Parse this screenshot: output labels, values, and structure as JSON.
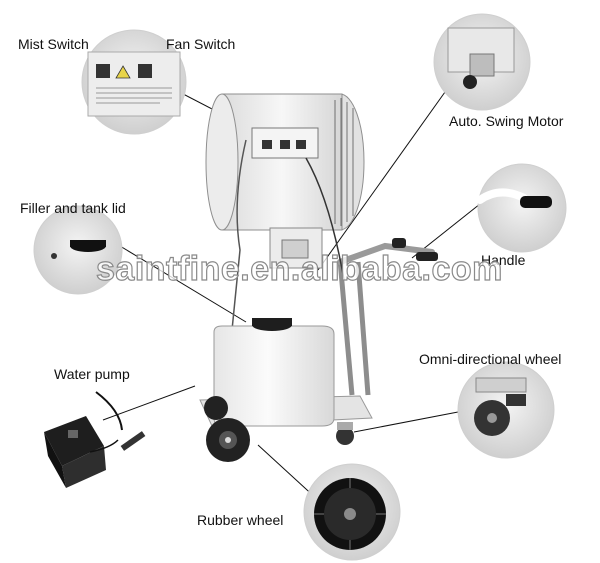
{
  "labels": {
    "mist_switch": "Mist Switch",
    "fan_switch": "Fan Switch",
    "auto_swing_motor": "Auto. Swing Motor",
    "filler_tank_lid": "Filler and tank lid",
    "handle": "Handle",
    "water_pump": "Water pump",
    "omni_wheel": "Omni-directional wheel",
    "rubber_wheel": "Rubber wheel"
  },
  "watermark": "saintfine.en.alibaba.com",
  "colors": {
    "product_body": "#f2f2f2",
    "outline": "#9a9a9a",
    "dark_parts": "#222222",
    "leader_line": "#111111"
  }
}
